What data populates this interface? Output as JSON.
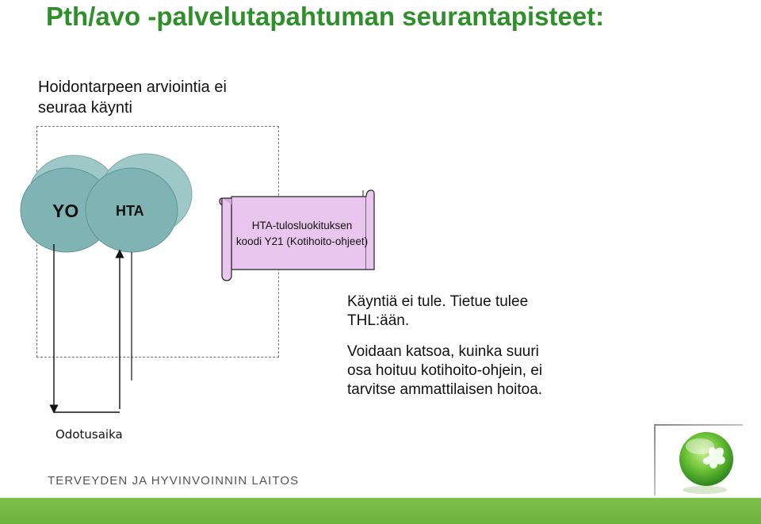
{
  "slide": {
    "title": "Pth/avo -palvelutapahtuman seurantapisteet:",
    "subtitle_lines": [
      "Hoidontarpeen arviointia ei",
      "seuraa käynti"
    ]
  },
  "diagram": {
    "circle_yo": "YO",
    "circle_hta": "HTA",
    "scroll_lines": [
      "HTA-tulosluokituksen",
      "koodi Y21 (Kotihoito-ohjeet)"
    ],
    "wait_label": "Odotusaika",
    "colors": {
      "circle_fill": "#7fb3b4",
      "circle_shadow": "#9ec8c8",
      "scroll_fill": "#e9c6ee",
      "title_green": "#2f8f2a",
      "bar_green": "#6bb23a"
    }
  },
  "notes": {
    "note1_lines": [
      "Käyntiä ei tule. Tietue tulee",
      "THL:ään."
    ],
    "note2_lines": [
      "Voidaan katsoa, kuinka suuri",
      "osa hoituu kotihoito-ohjein, ei",
      "tarvitse ammattilaisen hoitoa."
    ]
  },
  "footer": {
    "organization": "TERVEYDEN JA HYVINVOINNIN LAITOS",
    "logo_icon": "green-leaf-sphere-icon"
  }
}
